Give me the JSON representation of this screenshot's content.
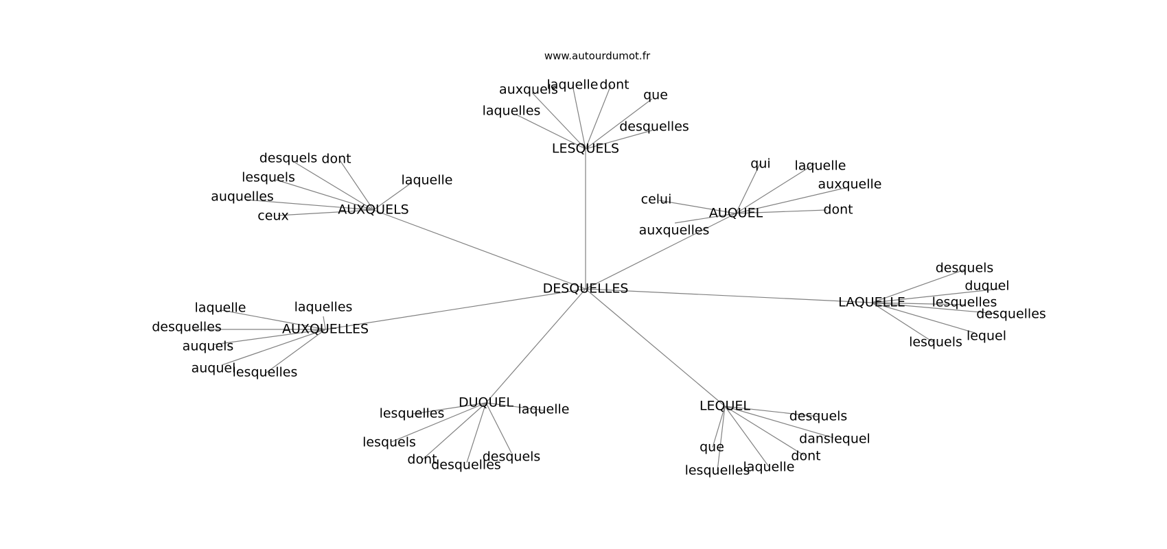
{
  "site": "www.autourdumot.fr",
  "center": "DESQUELLES",
  "clusters": [
    {
      "hub": "LESQUELS",
      "words": [
        "auxquels",
        "laquelle",
        "dont",
        "que",
        "laquelles",
        "desquelles"
      ]
    },
    {
      "hub": "AUXQUELS",
      "words": [
        "desquels",
        "dont",
        "lesquels",
        "laquelle",
        "auquelles",
        "ceux"
      ]
    },
    {
      "hub": "AUQUEL",
      "words": [
        "qui",
        "laquelle",
        "auxquelle",
        "celui",
        "dont",
        "auxquelles"
      ]
    },
    {
      "hub": "LAQUELLE",
      "words": [
        "desquels",
        "duquel",
        "lesquelles",
        "desquelles",
        "lequel",
        "lesquels"
      ]
    },
    {
      "hub": "AUXQUELLES",
      "words": [
        "laquelle",
        "laquelles",
        "desquelles",
        "auquels",
        "auquel",
        "lesquelles"
      ]
    },
    {
      "hub": "DUQUEL",
      "words": [
        "lesquelles",
        "laquelle",
        "lesquels",
        "desquels",
        "dont",
        "desquelles"
      ]
    },
    {
      "hub": "LEQUEL",
      "words": [
        "desquels",
        "danslequel",
        "que",
        "dont",
        "laquelle",
        "lesquelles"
      ]
    }
  ]
}
